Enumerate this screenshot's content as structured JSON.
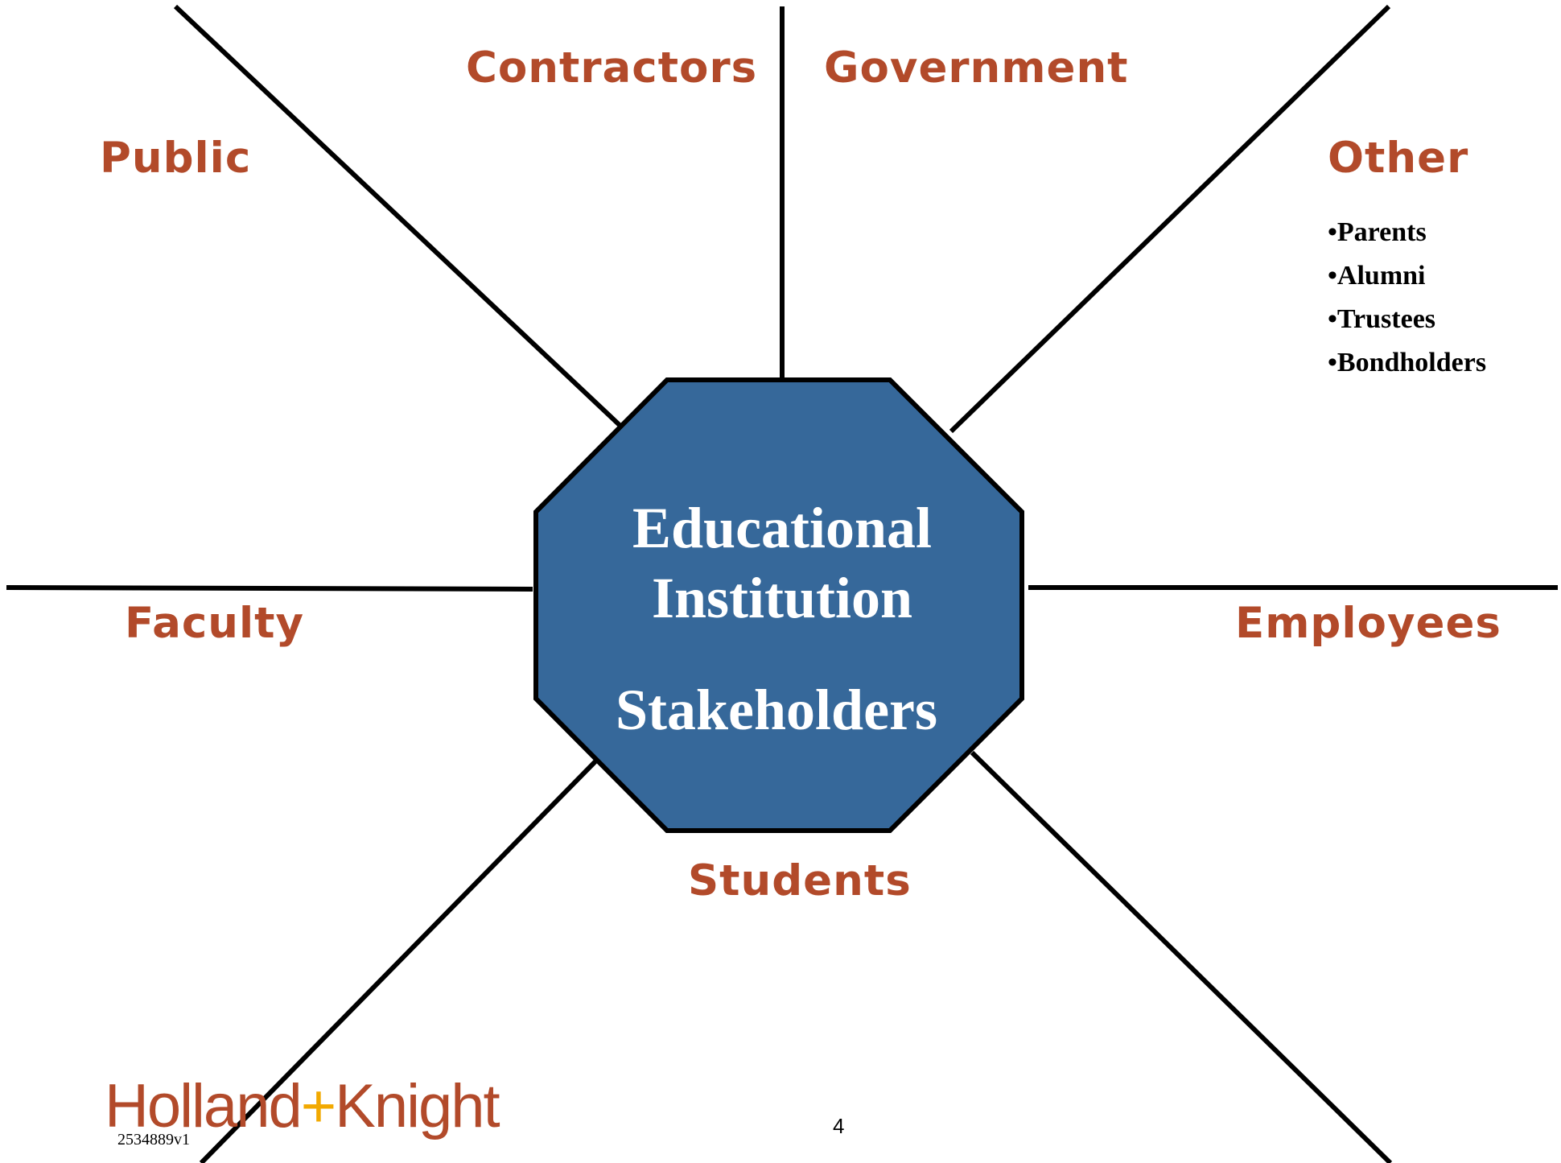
{
  "center": {
    "line1": "Educational",
    "line2": "Institution",
    "line3": "Stakeholders"
  },
  "categories": {
    "contractors": "Contractors",
    "government": "Government",
    "public": "Public",
    "other": "Other",
    "faculty": "Faculty",
    "employees": "Employees",
    "students": "Students"
  },
  "other_items": [
    "•Parents",
    "•Alumni",
    "•Trustees",
    "•Bondholders"
  ],
  "footer": {
    "logo_left": "Holland",
    "logo_plus": "+",
    "logo_right": "Knight",
    "doc_id": "2534889v1",
    "page_number": "4"
  },
  "colors": {
    "octagon_fill": "#36689A",
    "category_text": "#B24A2A",
    "logo_text": "#B24A2A",
    "logo_plus": "#F2A900",
    "lines": "#000000"
  }
}
